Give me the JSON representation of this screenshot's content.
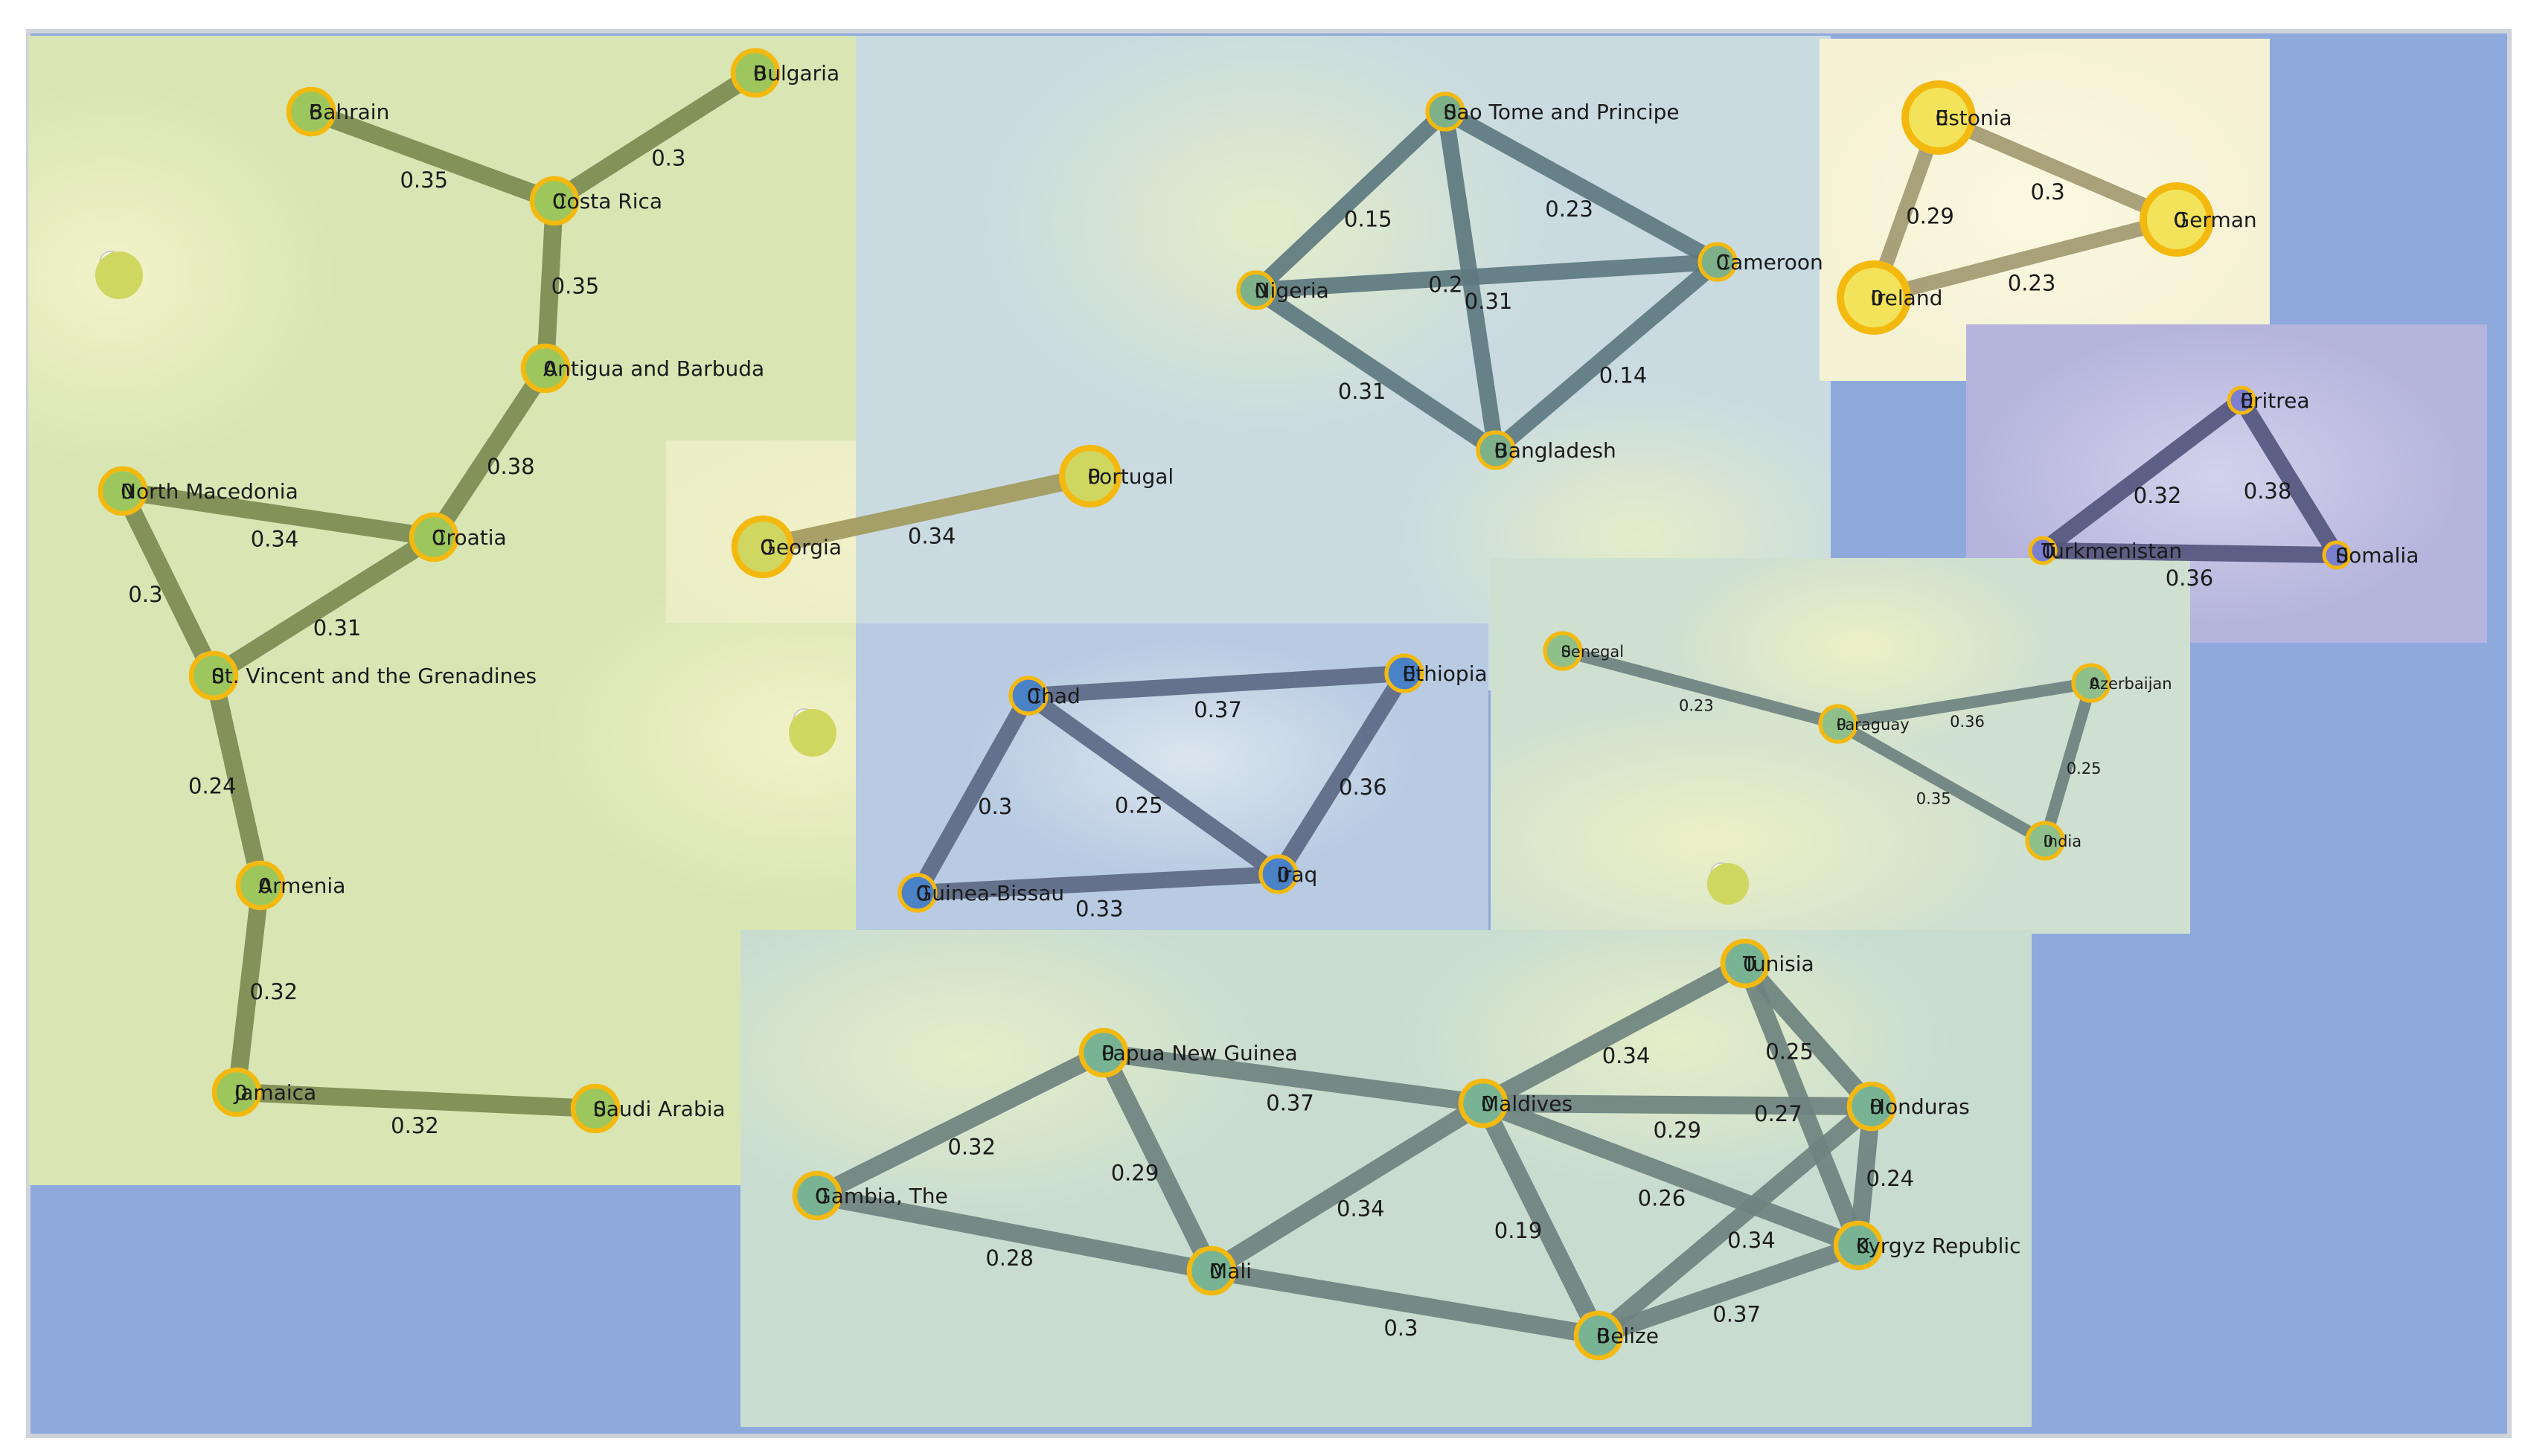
{
  "colors": {
    "frame_bg": "#8ea9dc",
    "frame_border": "#cfd3da",
    "node_ring": "#f4b90f",
    "node_ring_purple": "#f4b90f"
  },
  "clusters": [
    {
      "id": "c1",
      "edge_color": "#7c8b52",
      "node_fill": "#9dc75c",
      "bg": "#d9e6b4",
      "bg_glow": "#f2f2c8",
      "nodes": [
        {
          "id": "bahrain",
          "label": "Bahrain",
          "prefix": "6"
        },
        {
          "id": "bulgaria",
          "label": "Bulgaria",
          "prefix": "0"
        },
        {
          "id": "costa_rica",
          "label": "Costa Rica",
          "prefix": "0"
        },
        {
          "id": "antigua",
          "label": "Antigua and Barbuda",
          "prefix": "0"
        },
        {
          "id": "north_macedonia",
          "label": "North Macedonia",
          "prefix": "0"
        },
        {
          "id": "croatia",
          "label": "Croatia",
          "prefix": "0"
        },
        {
          "id": "st_vincent",
          "label": "St. Vincent and the Grenadines",
          "prefix": "0"
        },
        {
          "id": "armenia",
          "label": "Armenia",
          "prefix": "0"
        },
        {
          "id": "jamaica",
          "label": "Jamaica",
          "prefix": "0"
        },
        {
          "id": "saudi_arabia",
          "label": "Saudi Arabia",
          "prefix": "0"
        }
      ],
      "edges": [
        {
          "from": "bahrain",
          "to": "costa_rica",
          "weight": "0.35"
        },
        {
          "from": "bulgaria",
          "to": "costa_rica",
          "weight": "0.3"
        },
        {
          "from": "costa_rica",
          "to": "antigua",
          "weight": "0.35"
        },
        {
          "from": "antigua",
          "to": "croatia",
          "weight": "0.38"
        },
        {
          "from": "north_macedonia",
          "to": "croatia",
          "weight": "0.34"
        },
        {
          "from": "north_macedonia",
          "to": "st_vincent",
          "weight": "0.3"
        },
        {
          "from": "croatia",
          "to": "st_vincent",
          "weight": "0.31"
        },
        {
          "from": "st_vincent",
          "to": "armenia",
          "weight": "0.24"
        },
        {
          "from": "armenia",
          "to": "jamaica",
          "weight": "0.32"
        },
        {
          "from": "jamaica",
          "to": "saudi_arabia",
          "weight": "0.32"
        }
      ]
    },
    {
      "id": "c2",
      "edge_color": "#a29a5e",
      "node_fill": "#cfd760",
      "bg": "#ebedc4",
      "bg_glow": "#f5f3cc",
      "nodes": [
        {
          "id": "georgia",
          "label": "Georgia",
          "prefix": "0"
        },
        {
          "id": "portugal",
          "label": "Portugal",
          "prefix": "0"
        }
      ],
      "edges": [
        {
          "from": "georgia",
          "to": "portugal",
          "weight": "0.34"
        }
      ]
    },
    {
      "id": "c3",
      "edge_color": "#5e7a80",
      "node_fill": "#7eb08a",
      "bg": "#c9dbe0",
      "bg_glow": "#e4edc8",
      "nodes": [
        {
          "id": "sao_tome",
          "label": "Sao Tome and Principe",
          "prefix": "0"
        },
        {
          "id": "nigeria",
          "label": "Nigeria",
          "prefix": "0"
        },
        {
          "id": "cameroon",
          "label": "Cameroon",
          "prefix": "0"
        },
        {
          "id": "bangladesh",
          "label": "Bangladesh",
          "prefix": "0"
        }
      ],
      "edges": [
        {
          "from": "sao_tome",
          "to": "nigeria",
          "weight": "0.15"
        },
        {
          "from": "sao_tome",
          "to": "cameroon",
          "weight": "0.23"
        },
        {
          "from": "sao_tome",
          "to": "bangladesh",
          "weight": "0.2"
        },
        {
          "from": "nigeria",
          "to": "cameroon",
          "weight": "0.31"
        },
        {
          "from": "nigeria",
          "to": "bangladesh",
          "weight": "0.31"
        },
        {
          "from": "cameroon",
          "to": "bangladesh",
          "weight": "0.14"
        }
      ]
    },
    {
      "id": "c4",
      "edge_color": "#5d6a86",
      "node_fill": "#4a82c8",
      "bg": "#b8cbe2",
      "bg_glow": "#dbe5ee",
      "nodes": [
        {
          "id": "chad",
          "label": "Chad",
          "prefix": "0"
        },
        {
          "id": "ethiopia",
          "label": "Ethiopia",
          "prefix": "0"
        },
        {
          "id": "guinea_bissau",
          "label": "Guinea-Bissau",
          "prefix": "0"
        },
        {
          "id": "iraq",
          "label": "Iraq",
          "prefix": "0"
        }
      ],
      "edges": [
        {
          "from": "chad",
          "to": "ethiopia",
          "weight": "0.37"
        },
        {
          "from": "chad",
          "to": "iraq",
          "weight": "0.25"
        },
        {
          "from": "chad",
          "to": "guinea_bissau",
          "weight": "0.3"
        },
        {
          "from": "guinea_bissau",
          "to": "iraq",
          "weight": "0.33"
        },
        {
          "from": "ethiopia",
          "to": "iraq",
          "weight": "0.36"
        }
      ]
    },
    {
      "id": "c5",
      "edge_color": "#a39a72",
      "node_fill": "#f2e35a",
      "bg": "#f4f1d4",
      "bg_glow": "#fbf9e2",
      "nodes": [
        {
          "id": "estonia",
          "label": "Estonia",
          "prefix": "0"
        },
        {
          "id": "germany",
          "label": "German",
          "prefix": "0"
        },
        {
          "id": "ireland",
          "label": "Ireland",
          "prefix": "0"
        }
      ],
      "edges": [
        {
          "from": "estonia",
          "to": "germany",
          "weight": "0.3"
        },
        {
          "from": "estonia",
          "to": "ireland",
          "weight": "0.29"
        },
        {
          "from": "ireland",
          "to": "germany",
          "weight": "0.23"
        }
      ]
    },
    {
      "id": "c6",
      "edge_color": "#55567e",
      "node_fill": "#7b7fd0",
      "bg": "#b5b4dd",
      "bg_glow": "#d3d2ec",
      "nodes": [
        {
          "id": "eritrea",
          "label": "Eritrea",
          "prefix": "0"
        },
        {
          "id": "turkmenistan",
          "label": "Turkmenistan",
          "prefix": "0"
        },
        {
          "id": "somalia",
          "label": "Somalia",
          "prefix": "0"
        }
      ],
      "edges": [
        {
          "from": "eritrea",
          "to": "turkmenistan",
          "weight": "0.32"
        },
        {
          "from": "eritrea",
          "to": "somalia",
          "weight": "0.38"
        },
        {
          "from": "turkmenistan",
          "to": "somalia",
          "weight": "0.36"
        }
      ]
    },
    {
      "id": "c7",
      "edge_color": "#6e8380",
      "node_fill": "#90c08a",
      "bg": "#cfe0d1",
      "bg_glow": "#ecf0c4",
      "nodes": [
        {
          "id": "senegal",
          "label": "Senegal",
          "prefix": "0"
        },
        {
          "id": "paraguay",
          "label": "Paraguay",
          "prefix": "0"
        },
        {
          "id": "azerbaijan",
          "label": "Azerbaijan",
          "prefix": "0"
        },
        {
          "id": "india",
          "label": "India",
          "prefix": "0"
        }
      ],
      "edges": [
        {
          "from": "senegal",
          "to": "paraguay",
          "weight": "0.23"
        },
        {
          "from": "paraguay",
          "to": "azerbaijan",
          "weight": "0.36"
        },
        {
          "from": "paraguay",
          "to": "india",
          "weight": "0.35"
        },
        {
          "from": "azerbaijan",
          "to": "india",
          "weight": "0.25"
        }
      ]
    },
    {
      "id": "c8",
      "edge_color": "#6f8480",
      "node_fill": "#78b494",
      "bg": "#c8dcd0",
      "bg_glow": "#e6eec8",
      "nodes": [
        {
          "id": "tunisia",
          "label": "Tunisia",
          "prefix": "0"
        },
        {
          "id": "png",
          "label": "Papua New Guinea",
          "prefix": "0"
        },
        {
          "id": "maldives",
          "label": "Maldives",
          "prefix": "0"
        },
        {
          "id": "honduras",
          "label": "Honduras",
          "prefix": "0"
        },
        {
          "id": "gambia",
          "label": "Gambia, The",
          "prefix": "0"
        },
        {
          "id": "mali",
          "label": "Mali",
          "prefix": "0"
        },
        {
          "id": "kyrgyz",
          "label": "Kyrgyz Republic",
          "prefix": "0"
        },
        {
          "id": "belize",
          "label": "Belize",
          "prefix": "0"
        }
      ],
      "edges": [
        {
          "from": "png",
          "to": "maldives",
          "weight": "0.37"
        },
        {
          "from": "png",
          "to": "gambia",
          "weight": "0.32"
        },
        {
          "from": "png",
          "to": "mali",
          "weight": "0.29"
        },
        {
          "from": "gambia",
          "to": "mali",
          "weight": "0.28"
        },
        {
          "from": "mali",
          "to": "maldives",
          "weight": "0.34"
        },
        {
          "from": "mali",
          "to": "belize",
          "weight": "0.3"
        },
        {
          "from": "maldives",
          "to": "tunisia",
          "weight": "0.34"
        },
        {
          "from": "maldives",
          "to": "honduras",
          "weight": "0.29"
        },
        {
          "from": "maldives",
          "to": "kyrgyz",
          "weight": "0.26"
        },
        {
          "from": "maldives",
          "to": "belize",
          "weight": "0.19"
        },
        {
          "from": "tunisia",
          "to": "honduras",
          "weight": "0.25"
        },
        {
          "from": "tunisia",
          "to": "kyrgyz",
          "weight": "0.27"
        },
        {
          "from": "honduras",
          "to": "kyrgyz",
          "weight": "0.24"
        },
        {
          "from": "honduras",
          "to": "belize",
          "weight": "0.34"
        },
        {
          "from": "kyrgyz",
          "to": "belize",
          "weight": "0.37"
        }
      ]
    }
  ]
}
